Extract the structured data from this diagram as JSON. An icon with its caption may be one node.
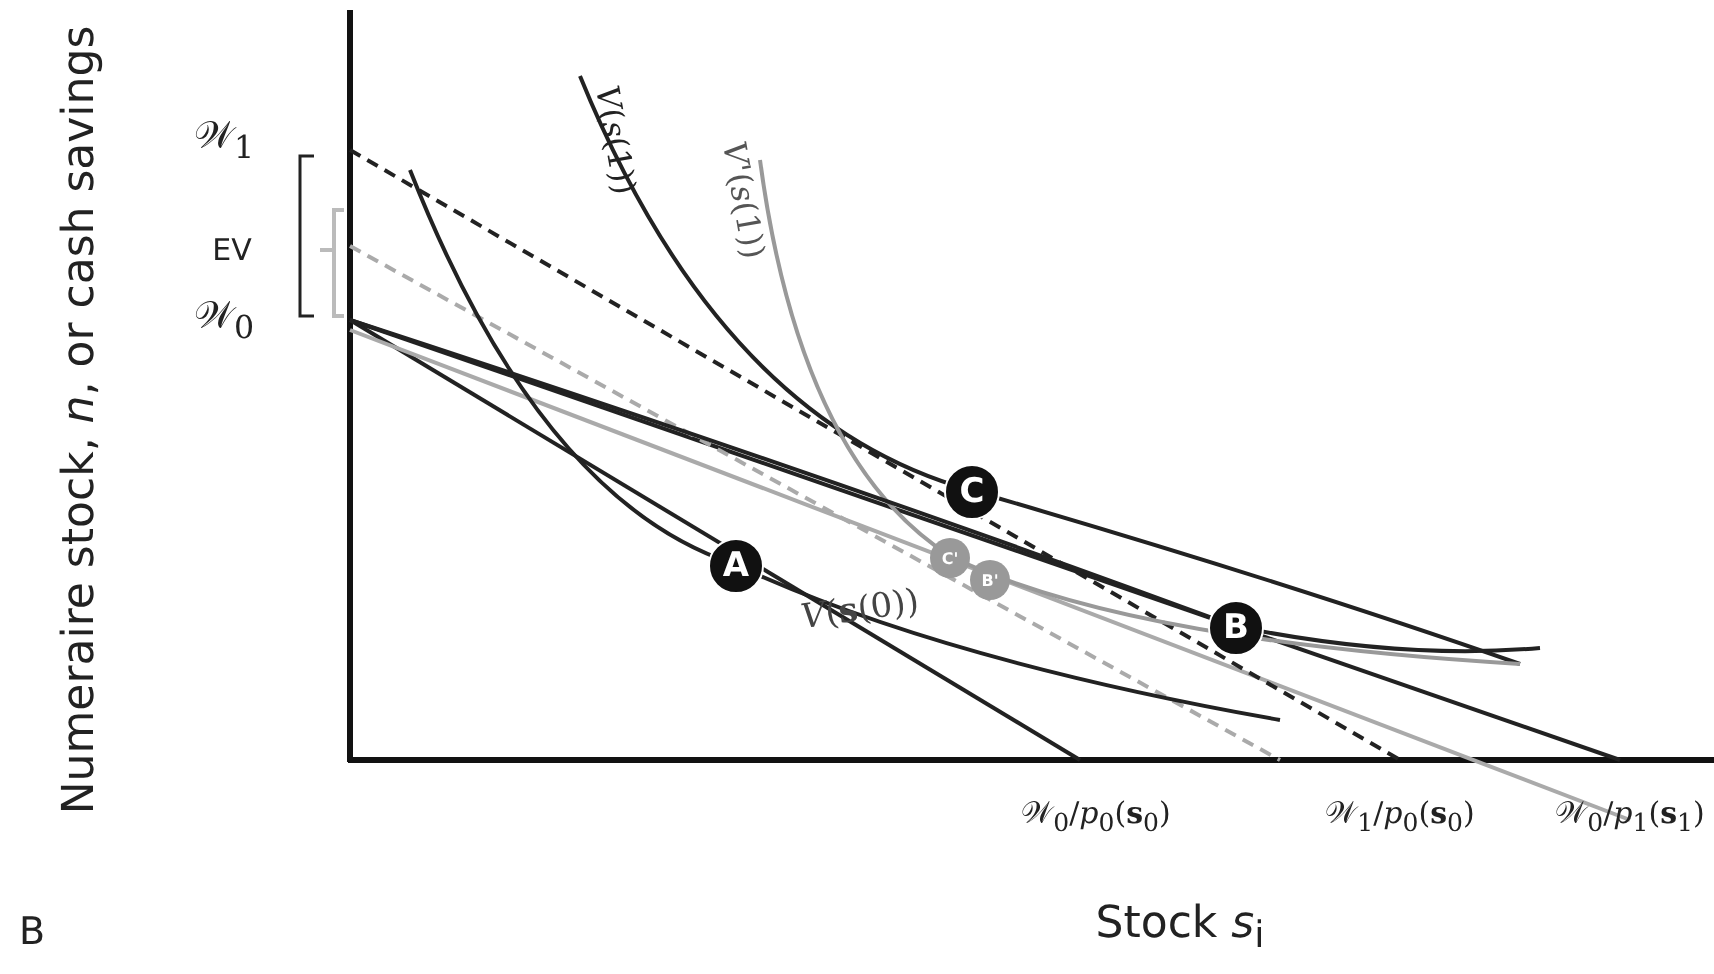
{
  "diagram": {
    "nodes": [
      {
        "text": [
          "C"
        ]
      },
      {
        "text": [
          "C'"
        ]
      },
      {
        "text": [
          "B'"
        ]
      },
      {
        "text": [
          "A"
        ]
      },
      {
        "text": [
          "B"
        ]
      }
    ],
    "edges": [],
    "labels": [
      "Numeraire stock, *n*, or cash savings",
      "𝒲$_{1}$",
      "EV",
      "𝒲$_{0}$",
      "*V*(*s*(1))",
      "*V'*(*s*(1))",
      "*V*(**s**(0))",
      "𝒲$_{0}$/*p*$_{0}$(**s**$_{0}$)",
      "𝒲$_{1}$/*p*$_{0}$(**s**$_{0}$)",
      "𝒲$_{0}$/*p*$_{1}$(**s**$_{1}$)",
      "Stock *s*$_{i}$",
      "B"
    ]
  }
}
